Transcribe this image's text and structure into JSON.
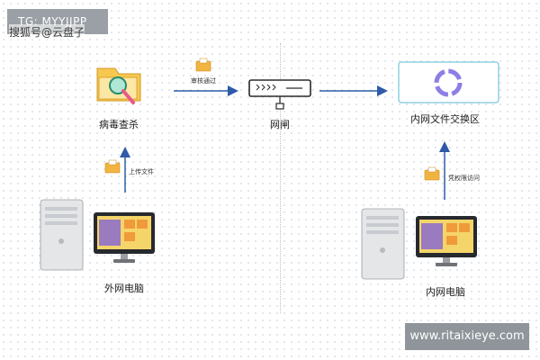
{
  "watermarks": {
    "top": "TG: MYYJJPP",
    "top_sub": "搜狐号@云盘子",
    "bottom": "www.ritaixieye.com"
  },
  "nodes": {
    "antivirus": "病毒查杀",
    "gateway": "网闸",
    "exchange": "内网文件交换区",
    "external_pc": "外网电脑",
    "internal_pc": "内网电脑"
  },
  "arrows": {
    "audit": "审核通过",
    "upload": "上传文件",
    "access": "凭权限访问"
  },
  "colors": {
    "arrow": "#2f5aa8",
    "exchange_border": "#8fd1e0",
    "ring": "#8b7fe6"
  }
}
